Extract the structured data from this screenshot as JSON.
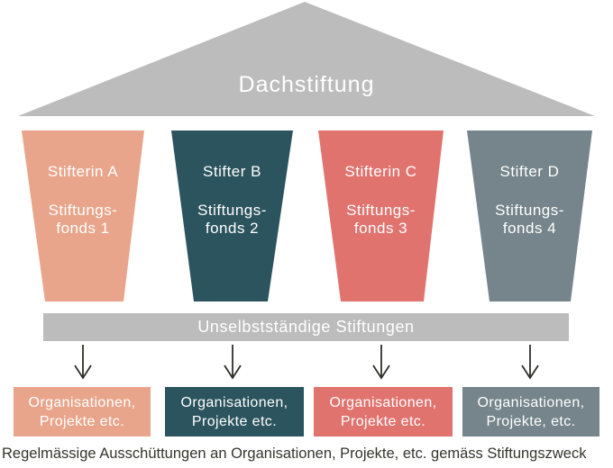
{
  "title": "Dachstiftung",
  "bar_label": "Unselbstständige Stiftungen",
  "caption": "Regelmässige Ausschüttungen an Organisationen, Projekte, etc. gemäss Stiftungszweck",
  "colors": {
    "roof_gray": "#bcbcbc",
    "bar_gray": "#bcbcbc",
    "salmon": "#e9a58b",
    "teal": "#2c545e",
    "coral": "#e1736f",
    "slate": "#75858b",
    "arrow": "#2f2f28",
    "caption_text": "#35352d",
    "label_text": "#ffffff"
  },
  "pillars": [
    {
      "name": "Stifterin A",
      "fund_line1": "Stiftungs-",
      "fund_line2": "fonds 1",
      "color": "#e9a58b"
    },
    {
      "name": "Stifter B",
      "fund_line1": "Stiftungs-",
      "fund_line2": "fonds 2",
      "color": "#2c545e"
    },
    {
      "name": "Stifterin C",
      "fund_line1": "Stiftungs-",
      "fund_line2": "fonds 3",
      "color": "#e1736f"
    },
    {
      "name": "Stifter D",
      "fund_line1": "Stiftungs-",
      "fund_line2": "fonds 4",
      "color": "#75858b"
    }
  ],
  "boxes": [
    {
      "line1": "Organisationen,",
      "line2": "Projekte etc.",
      "color": "#e9a58b"
    },
    {
      "line1": "Organisationen,",
      "line2": "Projekte etc.",
      "color": "#2c545e"
    },
    {
      "line1": "Organisationen,",
      "line2": "Projekte etc.",
      "color": "#e1736f"
    },
    {
      "line1": "Organisationen,",
      "line2": "Projekte, etc.",
      "color": "#75858b"
    }
  ]
}
